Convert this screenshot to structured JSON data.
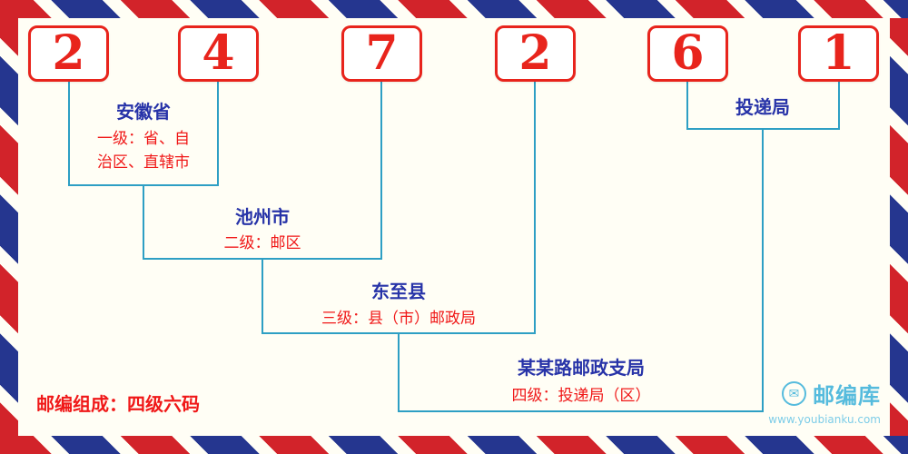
{
  "postal_code": {
    "digits": [
      "2",
      "4",
      "7",
      "2",
      "6",
      "1"
    ]
  },
  "levels": [
    {
      "name": "安徽省",
      "desc": "一级：省、自\n治区、直辖市"
    },
    {
      "name": "池州市",
      "desc": "二级：邮区"
    },
    {
      "name": "东至县",
      "desc": "三级：县（市）邮政局"
    },
    {
      "name": "某某路邮政支局",
      "desc": "四级：投递局（区）"
    }
  ],
  "delivery_label": "投递局",
  "footer": {
    "composition": "邮编组成：四级六码"
  },
  "brand": {
    "name": "邮编库",
    "url": "www.youbianku.com",
    "icon": "envelope-in-circle"
  },
  "colors": {
    "digit_red": "#e8241c",
    "text_red": "#f01818",
    "text_blue": "#2733a8",
    "connector_blue": "#2e9fc4",
    "stripe_red": "#d2232a",
    "stripe_blue": "#25368f",
    "brand_blue": "#55bbdd",
    "background": "#fffef5"
  }
}
